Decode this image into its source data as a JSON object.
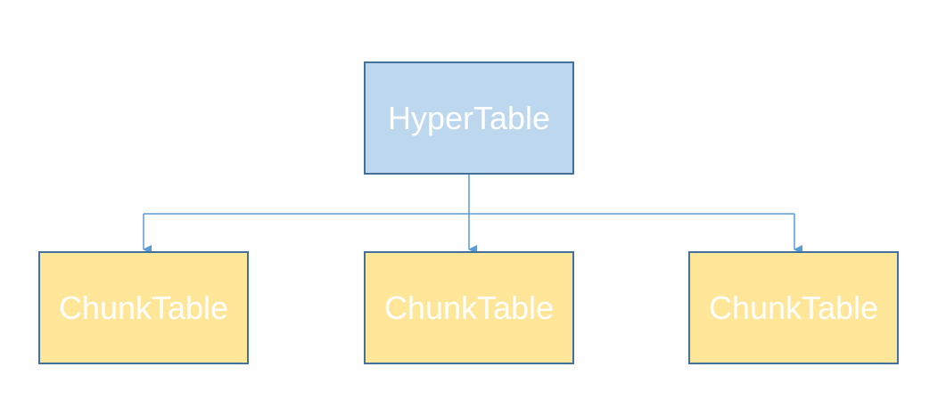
{
  "diagram": {
    "root": {
      "label": "HyperTable"
    },
    "children": [
      {
        "label": "ChunkTable"
      },
      {
        "label": "ChunkTable"
      },
      {
        "label": "ChunkTable"
      }
    ]
  },
  "colors": {
    "root_fill": "#bdd7ee",
    "child_fill": "#ffe699",
    "border": "#41719c",
    "connector": "#5b9bd5",
    "label_text": "#ffffff"
  }
}
